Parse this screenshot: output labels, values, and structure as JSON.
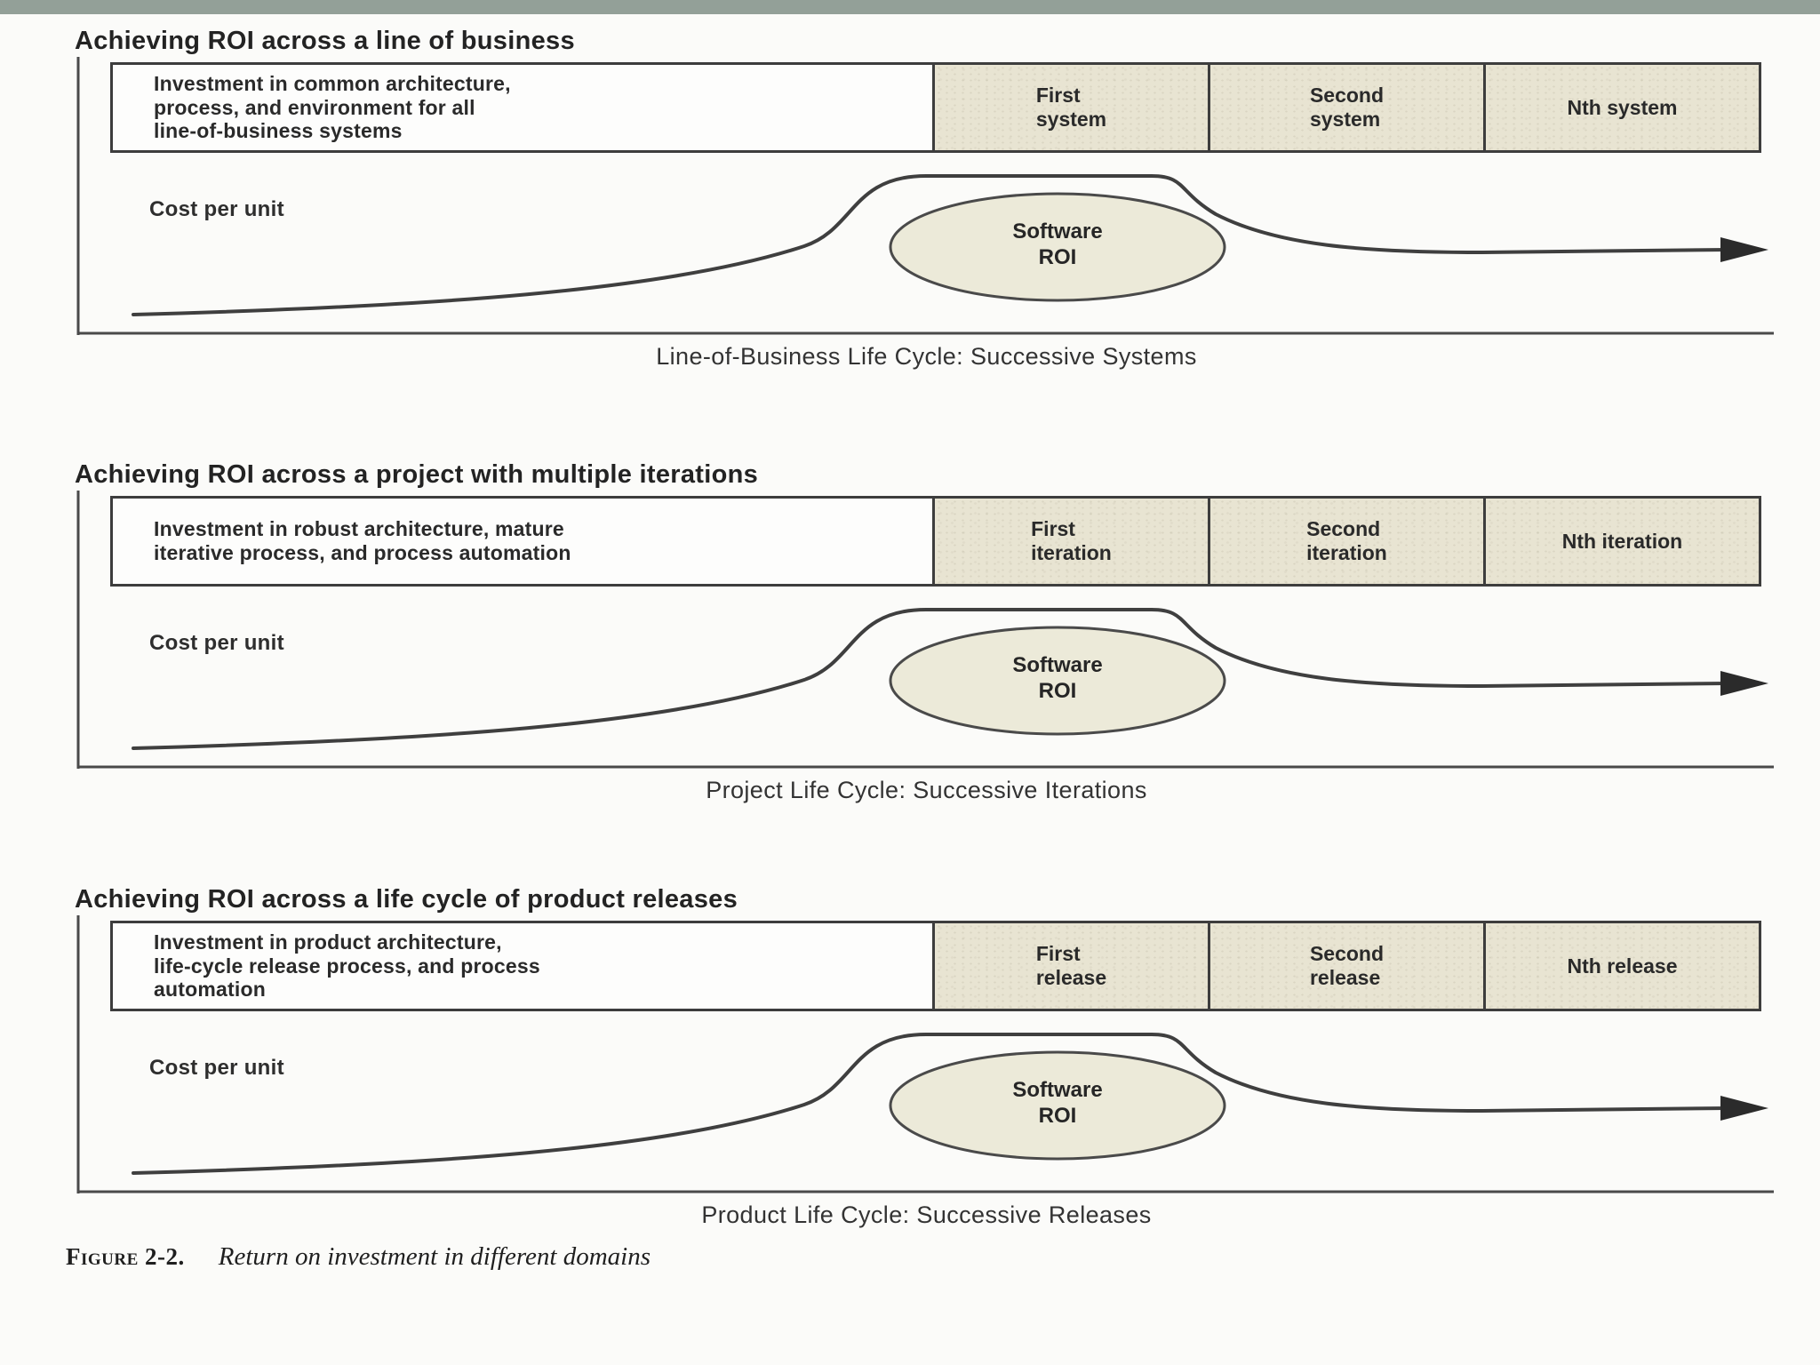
{
  "colors": {
    "band": "#93a098",
    "box_fill": "#e8e4d2",
    "ellipse_fill": "#ecead9",
    "ink": "#2a2a2a",
    "line": "#3f3f3f"
  },
  "panels": [
    {
      "title": "Achieving ROI across a line of business",
      "investment": "Investment in common architecture,\nprocess, and environment for all\nline-of-business systems",
      "phases": [
        "First\nsystem",
        "Second\nsystem",
        "Nth system"
      ],
      "cost_label": "Cost per unit",
      "roi_label": "Software\nROI",
      "caption": "Line-of-Business Life Cycle: Successive Systems"
    },
    {
      "title": "Achieving ROI across a project with multiple iterations",
      "investment": "Investment in robust architecture, mature\niterative process, and process automation",
      "phases": [
        "First\niteration",
        "Second\niteration",
        "Nth iteration"
      ],
      "cost_label": "Cost per unit",
      "roi_label": "Software\nROI",
      "caption": "Project Life Cycle: Successive Iterations"
    },
    {
      "title": "Achieving ROI across a life cycle of product releases",
      "investment": "Investment in product architecture,\nlife-cycle release process, and process\nautomation",
      "phases": [
        "First\nrelease",
        "Second\nrelease",
        "Nth release"
      ],
      "cost_label": "Cost per unit",
      "roi_label": "Software\nROI",
      "caption": "Product Life Cycle: Successive Releases"
    }
  ],
  "figure": {
    "label": "Figure 2-2.",
    "text": "Return on investment in different domains"
  }
}
